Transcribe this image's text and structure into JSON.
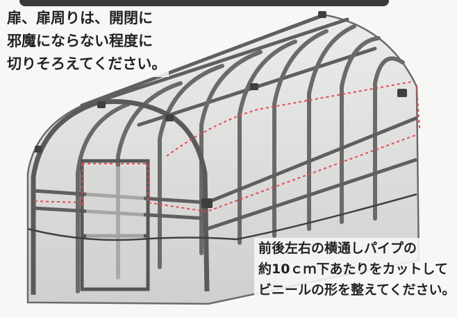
{
  "notes": {
    "door": [
      "扉、扉周りは、開閉に",
      "邪魔にならない程度に",
      "切りそろえてください。"
    ],
    "cut": [
      "前後左右の横通しパイプの",
      "約10ｃｍ下あたりをカットして",
      "ビニールの形を整えてください。"
    ]
  },
  "colors": {
    "pipe": "#5f5f5f",
    "vinyl": "#d9d9d8",
    "cut_line": "#e24a4a",
    "text": "#222222"
  }
}
